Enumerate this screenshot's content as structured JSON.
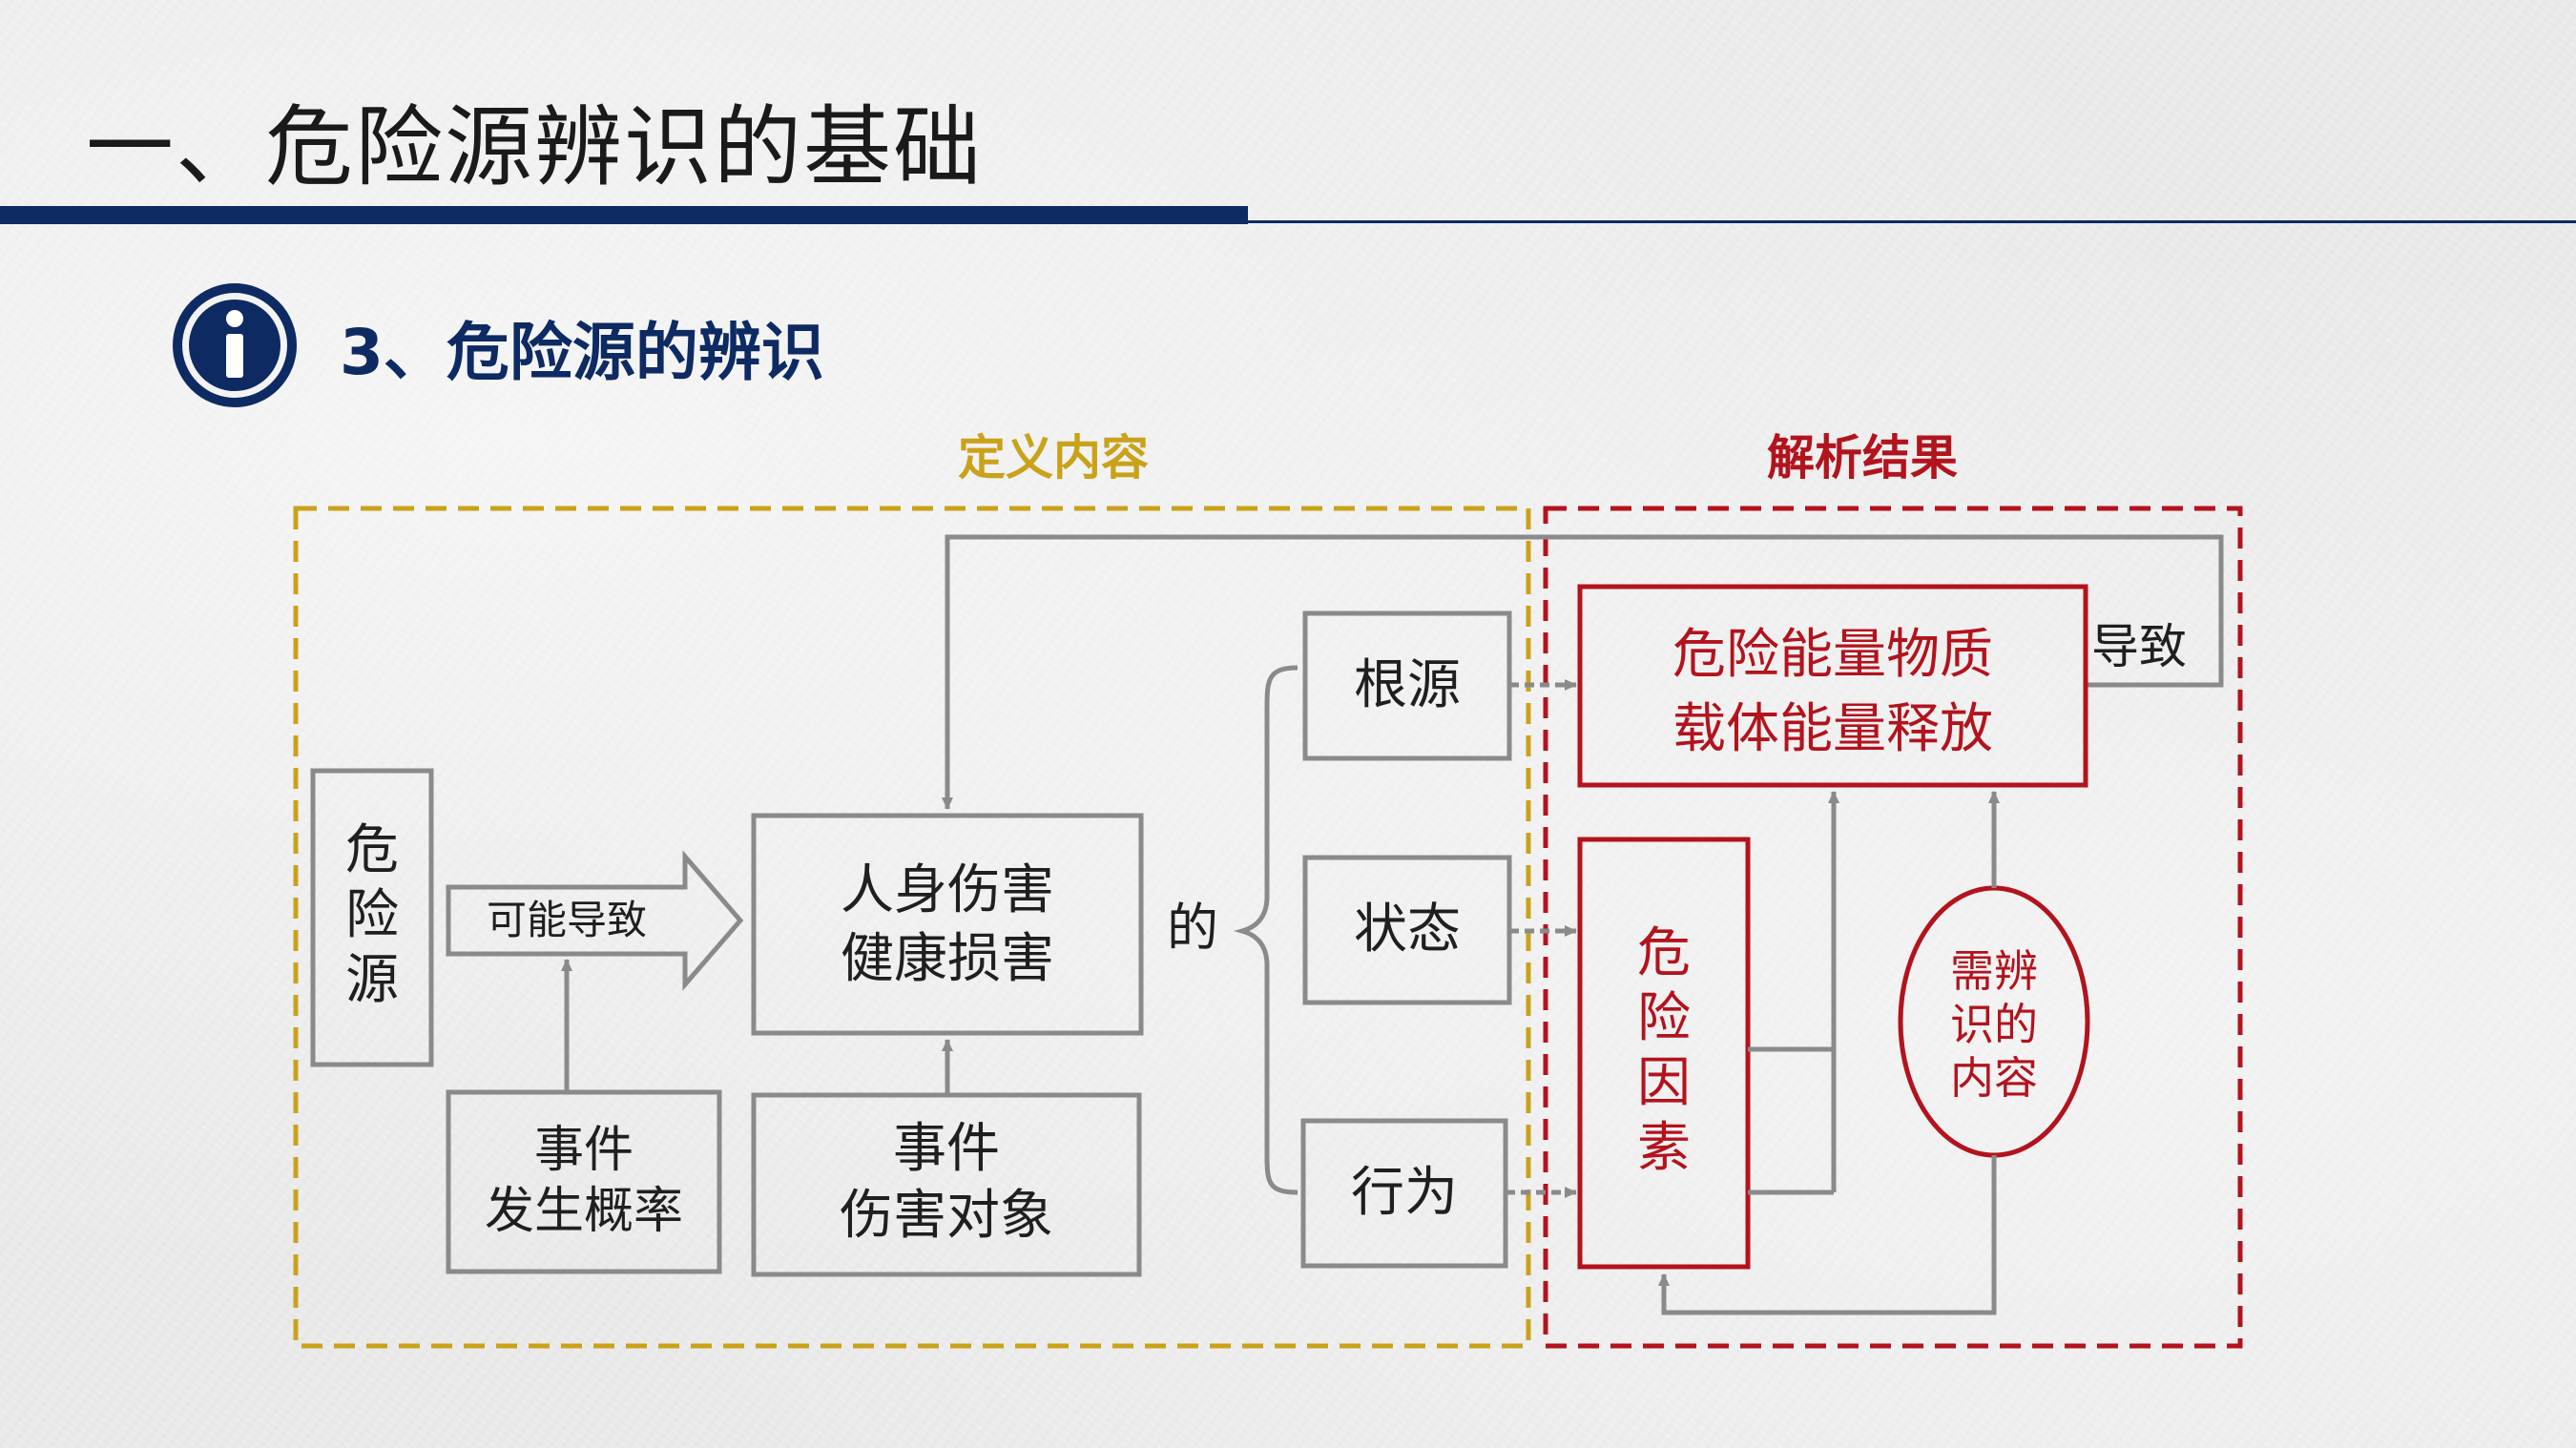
{
  "title": "一、危险源辨识的基础",
  "subtitle": "3、危险源的辨识",
  "labels": {
    "definition": "定义内容",
    "result": "解析结果"
  },
  "nodes": {
    "hazard_source": [
      "危",
      "险",
      "源"
    ],
    "arrow_label": "可能导致",
    "harm": [
      "人身伤害",
      "健康损害"
    ],
    "probability": [
      "事件",
      "发生概率"
    ],
    "object": [
      "事件",
      "伤害对象"
    ],
    "of": "的",
    "root": "根源",
    "state": "状态",
    "behavior": "行为",
    "energy": [
      "危险能量物质",
      "载体能量释放"
    ],
    "lead": "导致",
    "factor": [
      "危",
      "险",
      "因",
      "素"
    ],
    "identify": [
      "需辨",
      "识的",
      "内容"
    ]
  },
  "colors": {
    "navy": "#0d2a63",
    "gold": "#c9a21a",
    "red": "#b2131d",
    "gray_line": "#8a8a8a"
  }
}
